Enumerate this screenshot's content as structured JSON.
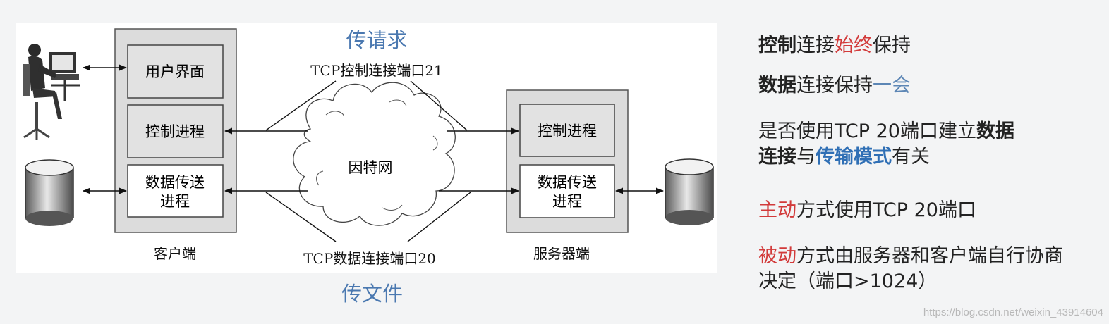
{
  "diagram": {
    "top_caption": "传请求",
    "bottom_caption": "传文件",
    "client_label": "客户端",
    "server_label": "服务器端",
    "cloud_label": "因特网",
    "control_conn_label": "TCP控制连接端口21",
    "data_conn_label": "TCP数据连接端口20",
    "client_ui": "用户界面",
    "client_control": "控制进程",
    "client_data_line1": "数据传送",
    "client_data_line2": "进程",
    "server_control": "控制进程",
    "server_data_line1": "数据传送",
    "server_data_line2": "进程",
    "icons": [
      "user-at-computer-icon",
      "database-cylinder-icon"
    ]
  },
  "notes": {
    "line1": {
      "a": "控制",
      "b": "连接",
      "c": "始终",
      "d": "保持"
    },
    "line2": {
      "a": "数据",
      "b": "连接保持",
      "c": "一会"
    },
    "line3": {
      "a": "是否使用TCP 20端口建立",
      "b": "数据",
      "c": "连接",
      "d": "与",
      "e": "传输模式",
      "f": "有关"
    },
    "line4": {
      "a": "主动",
      "b": "方式使用TCP 20端口"
    },
    "line5": {
      "a": "被动",
      "b": "方式由服务器和客户端自行协商",
      "c": "决定（端口>1024）"
    }
  },
  "watermark": "https://blog.csdn.net/weixin_43914604",
  "colors": {
    "red": "#d23a3a",
    "blue": "#2f6fb5",
    "light_blue": "#5c86b5"
  }
}
